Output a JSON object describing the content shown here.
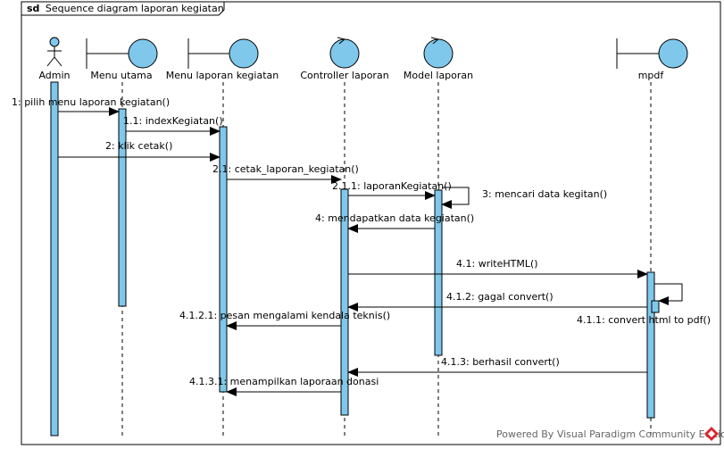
{
  "frame": {
    "keyword": "sd",
    "title": "Sequence diagram laporan kegiatan"
  },
  "lifelines": [
    {
      "id": "admin",
      "label": "Admin",
      "kind": "actor"
    },
    {
      "id": "menu-utama",
      "label": "Menu utama",
      "kind": "boundary"
    },
    {
      "id": "menu-laporan",
      "label": "Menu laporan kegiatan",
      "kind": "boundary"
    },
    {
      "id": "controller",
      "label": "Controller laporan",
      "kind": "control"
    },
    {
      "id": "model",
      "label": "Model laporan",
      "kind": "control"
    },
    {
      "id": "mpdf",
      "label": "mpdf",
      "kind": "boundary"
    }
  ],
  "messages": [
    {
      "id": "m1",
      "label": "1: pilih menu laporan kegiatan()",
      "from": "admin",
      "to": "menu-utama",
      "kind": "sync"
    },
    {
      "id": "m2",
      "label": "1.1: indexKegiatan()",
      "from": "menu-utama",
      "to": "menu-laporan",
      "kind": "sync"
    },
    {
      "id": "m3",
      "label": "2: klik cetak()",
      "from": "admin",
      "to": "menu-laporan",
      "kind": "sync"
    },
    {
      "id": "m4",
      "label": "2.1: cetak_laporan_kegiatan()",
      "from": "menu-laporan",
      "to": "controller",
      "kind": "sync"
    },
    {
      "id": "m5",
      "label": "2.1.1: laporanKegiatan()",
      "from": "controller",
      "to": "model",
      "kind": "sync"
    },
    {
      "id": "m6",
      "label": "3: mencari data kegitan()",
      "from": "model",
      "to": "model",
      "kind": "self"
    },
    {
      "id": "m7",
      "label": "4: mendapatkan data kegiatan()",
      "from": "model",
      "to": "controller",
      "kind": "return"
    },
    {
      "id": "m8",
      "label": "4.1: writeHTML()",
      "from": "controller",
      "to": "mpdf",
      "kind": "sync"
    },
    {
      "id": "m9",
      "label": "4.1.1: convert html to pdf()",
      "from": "mpdf",
      "to": "mpdf",
      "kind": "self"
    },
    {
      "id": "m10",
      "label": "4.1.2: gagal convert()",
      "from": "mpdf",
      "to": "controller",
      "kind": "return"
    },
    {
      "id": "m11",
      "label": "4.1.2.1: pesan mengalami kendala teknis()",
      "from": "controller",
      "to": "menu-laporan",
      "kind": "return"
    },
    {
      "id": "m12",
      "label": "4.1.3: berhasil convert()",
      "from": "mpdf",
      "to": "controller",
      "kind": "return"
    },
    {
      "id": "m13",
      "label": "4.1.3.1: menampilkan laporaan donasi",
      "from": "controller",
      "to": "menu-laporan",
      "kind": "return"
    }
  ],
  "watermark": "Powered By Visual Paradigm Community Edition",
  "colors": {
    "lifeline_fill": "#7fc8ec",
    "activation_fill": "#7fc8ec",
    "stroke": "#000000",
    "frame_stroke": "#000000",
    "logo_red": "#d8272d"
  }
}
